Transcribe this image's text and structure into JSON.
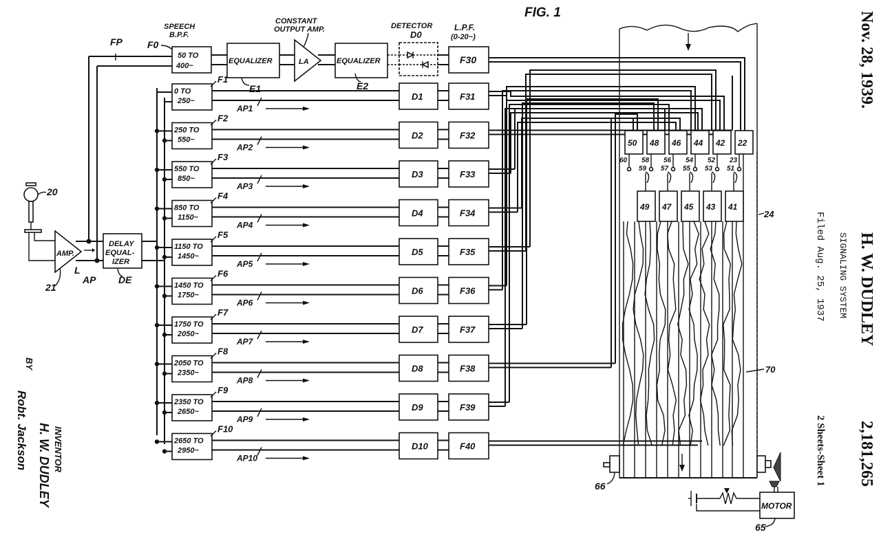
{
  "figure": {
    "title": "FIG. 1",
    "header": {
      "date": "Nov. 28, 1939.",
      "inventor": "H. W. DUDLEY",
      "subject": "SIGNALING SYSTEM",
      "filed": "Filed Aug. 25, 1937",
      "sheets": "2 Sheets-Sheet 1",
      "patent_number": "2,181,265"
    },
    "signature": {
      "label": "INVENTOR",
      "name": "H. W. DUDLEY",
      "by": "BY",
      "attorney_signature": "Robt. Jackson"
    }
  },
  "input_chain": {
    "microphone_ref": "20",
    "amp_label": "AMP.",
    "amp_ref": "21",
    "line_ref": "L",
    "ap_ref": "AP",
    "fp_ref": "FP",
    "delay_equalizer": [
      "DELAY",
      "EQUAL-",
      "IZER"
    ],
    "delay_equalizer_ref": "DE"
  },
  "pitch_chain": {
    "bpf_title": [
      "SPEECH",
      "B.P.F."
    ],
    "bpf_ref": "F0",
    "bpf_range": [
      "50 TO",
      "400~"
    ],
    "equalizer1": "EQUALIZER",
    "equalizer1_ref": "E1",
    "amp_title": [
      "CONSTANT",
      "OUTPUT AMP."
    ],
    "amp_label": "LA",
    "equalizer2": "EQUALIZER",
    "equalizer2_ref": "E2",
    "detector_title": "DETECTOR",
    "detector_ref": "D0",
    "lpf_title": [
      "L.P.F.",
      "(0-20~)"
    ],
    "lpf_ref": "F30"
  },
  "channels": [
    {
      "filter_ref": "F1",
      "range": [
        "0 TO",
        "250~"
      ],
      "ap": "AP1",
      "detector": "D1",
      "lpf": "F31"
    },
    {
      "filter_ref": "F2",
      "range": [
        "250 TO",
        "550~"
      ],
      "ap": "AP2",
      "detector": "D2",
      "lpf": "F32"
    },
    {
      "filter_ref": "F3",
      "range": [
        "550 TO",
        "850~"
      ],
      "ap": "AP3",
      "detector": "D3",
      "lpf": "F33"
    },
    {
      "filter_ref": "F4",
      "range": [
        "850 TO",
        "1150~"
      ],
      "ap": "AP4",
      "detector": "D4",
      "lpf": "F34"
    },
    {
      "filter_ref": "F5",
      "range": [
        "1150 TO",
        "1450~"
      ],
      "ap": "AP5",
      "detector": "D5",
      "lpf": "F35"
    },
    {
      "filter_ref": "F6",
      "range": [
        "1450 TO",
        "1750~"
      ],
      "ap": "AP6",
      "detector": "D6",
      "lpf": "F36"
    },
    {
      "filter_ref": "F7",
      "range": [
        "1750 TO",
        "2050~"
      ],
      "ap": "AP7",
      "detector": "D7",
      "lpf": "F37"
    },
    {
      "filter_ref": "F8",
      "range": [
        "2050 TO",
        "2350~"
      ],
      "ap": "AP8",
      "detector": "D8",
      "lpf": "F38"
    },
    {
      "filter_ref": "F9",
      "range": [
        "2350 TO",
        "2650~"
      ],
      "ap": "AP9",
      "detector": "D9",
      "lpf": "F39"
    },
    {
      "filter_ref": "F10",
      "range": [
        "2650 TO",
        "2950~"
      ],
      "ap": "AP10",
      "detector": "D10",
      "lpf": "F40"
    }
  ],
  "recorder": {
    "upper_units": [
      "50",
      "48",
      "46",
      "44",
      "42",
      "22"
    ],
    "lower_units": [
      "49",
      "47",
      "45",
      "43",
      "41"
    ],
    "stylus_refs_upper": [
      "60",
      "58",
      "56",
      "54",
      "52",
      "23"
    ],
    "stylus_refs_lower": [
      "59",
      "57",
      "55",
      "53",
      "51"
    ],
    "frame_ref": "24",
    "tape_ref": "70",
    "roller_ref": "66",
    "motor_label": "MOTOR",
    "motor_ref": "65"
  }
}
